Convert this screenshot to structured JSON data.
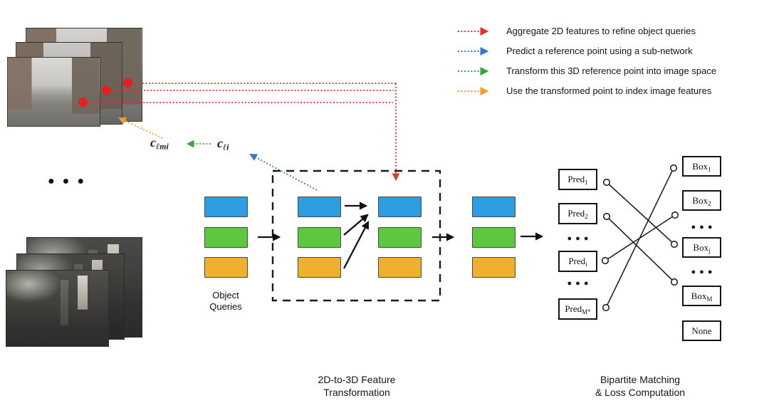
{
  "legend": {
    "items": [
      {
        "icon": "red-dotted-arrow",
        "color": "#e53229",
        "label": "Aggregate 2D features to refine object queries"
      },
      {
        "icon": "blue-dotted-arrow",
        "color": "#3a76c9",
        "label": "Predict a reference point using a sub-network"
      },
      {
        "icon": "green-dotted-arrow",
        "color": "#3ba43a",
        "label": "Transform this 3D reference point into image space"
      },
      {
        "icon": "orange-dotted-arrow",
        "color": "#f59d2a",
        "label": "Use the transformed point to index image features"
      }
    ]
  },
  "annotations": {
    "c_lmi": {
      "base": "c",
      "sub": "ℓmi"
    },
    "c_li": {
      "base": "c",
      "sub": "ℓi"
    },
    "object_queries": {
      "line1": "Object",
      "line2": "Queries"
    },
    "camera_ellipsis": "●●●"
  },
  "sections": {
    "transformation": {
      "line1": "2D-to-3D Feature",
      "line2": "Transformation"
    },
    "matching": {
      "line1": "Bipartite Matching",
      "line2": "& Loss Computation"
    }
  },
  "queries": {
    "colors": {
      "blue": "#2f9de2",
      "green": "#5bc83f",
      "orange": "#efb02f"
    }
  },
  "matching": {
    "preds": [
      {
        "base": "Pred",
        "sub": "1"
      },
      {
        "base": "Pred",
        "sub": "2"
      },
      {
        "base": "Pred",
        "sub": "i"
      },
      {
        "base": "Pred",
        "sub": "M*"
      }
    ],
    "boxes": [
      {
        "base": "Box",
        "sub": "1"
      },
      {
        "base": "Box",
        "sub": "2"
      },
      {
        "base": "Box",
        "sub": "j"
      },
      {
        "base": "Box",
        "sub": "M"
      }
    ],
    "none_label": "None",
    "ellipsis": "●●●"
  }
}
